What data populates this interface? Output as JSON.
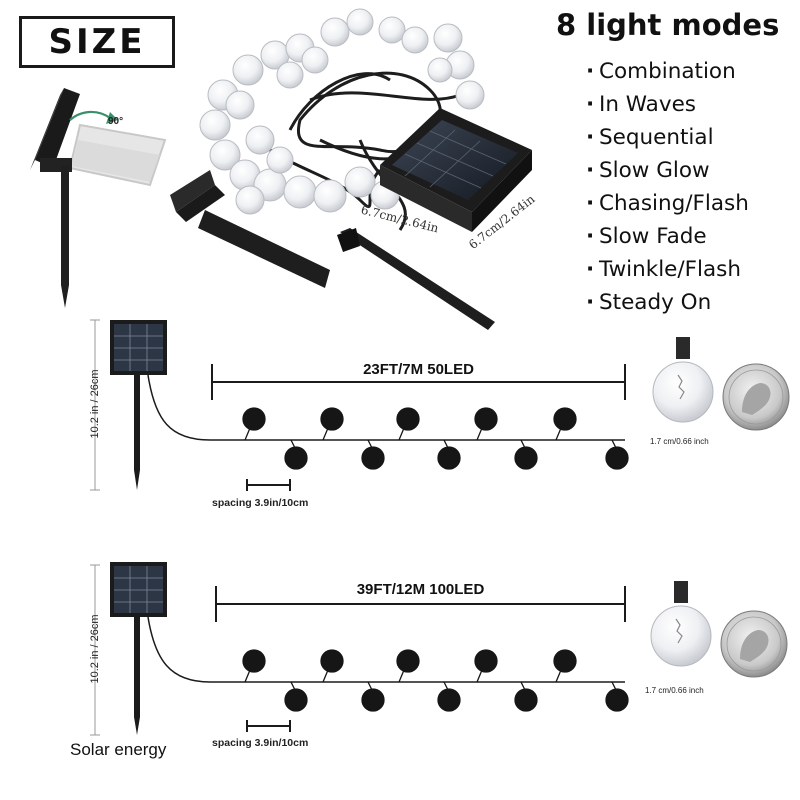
{
  "size_label": "SIZE",
  "modes": {
    "title": "8 light modes",
    "bullet": "·",
    "items": [
      "Combination",
      "In Waves",
      "Sequential",
      "Slow Glow",
      "Chasing/Flash",
      "Slow Fade",
      "Twinkle/Flash",
      "Steady On"
    ]
  },
  "product_image": {
    "tilt_angle": "90°",
    "panel_dim_a": "6.7cm/2.64in",
    "panel_dim_b": "6.7cm/2.64in"
  },
  "variant_1": {
    "height_label": "10.2 in / 26cm",
    "length_label": "23FT/7M 50LED",
    "spacing_label": "spacing 3.9in/10cm",
    "bulb_size_label": "1.7 cm/0.66 inch"
  },
  "variant_2": {
    "height_label": "10.2 in / 26cm",
    "length_label": "39FT/12M 100LED",
    "spacing_label": "spacing 3.9in/10cm",
    "bulb_size_label": "1.7 cm/0.66 inch"
  },
  "solar_label": "Solar energy"
}
